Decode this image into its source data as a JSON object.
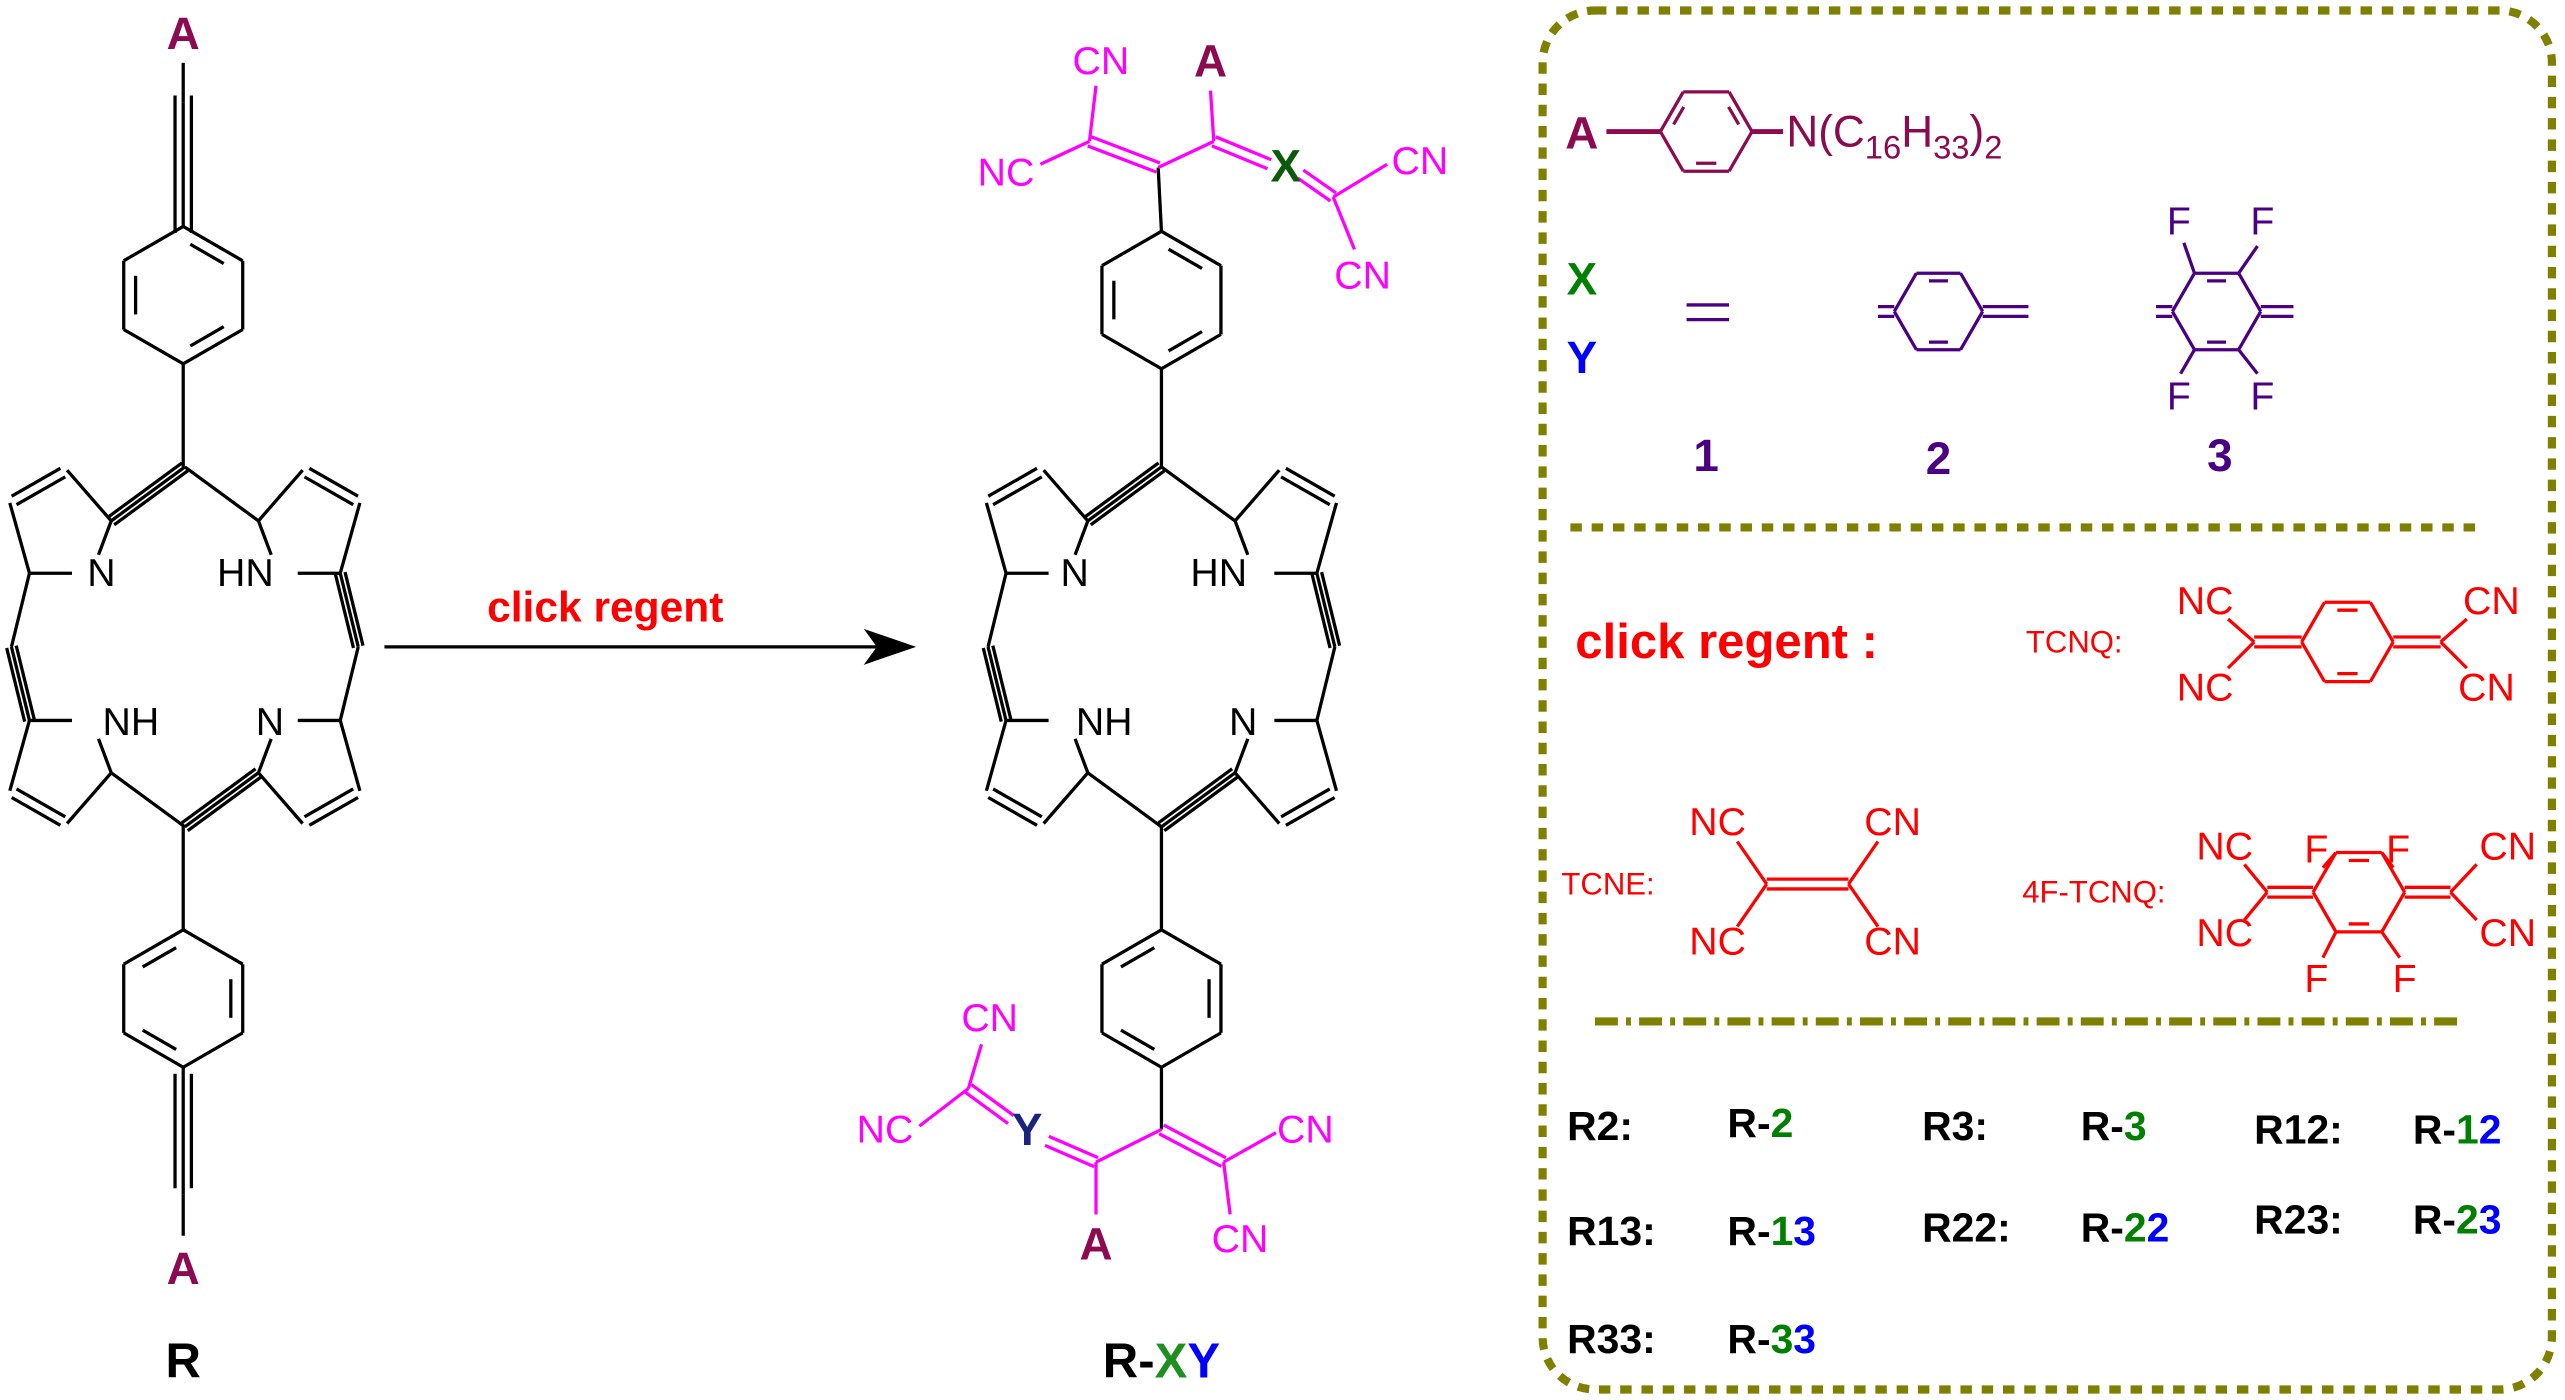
{
  "reactant": {
    "label": "R",
    "terminal_top": "A",
    "terminal_bottom": "A",
    "n_tl": "N",
    "nh_tr": "HN",
    "nh_bl": "NH",
    "n_br": "N"
  },
  "arrow": {
    "label": "click regent"
  },
  "product": {
    "label_prefix": "R-",
    "label_x": "X",
    "label_y": "Y",
    "n_tl": "N",
    "nh_tr": "HN",
    "nh_bl": "NH",
    "n_br": "N",
    "top": {
      "cn_up": "CN",
      "nc_left": "NC",
      "a": "A",
      "x": "X",
      "cn_right": "CN",
      "cn_down": "CN"
    },
    "bottom": {
      "cn_up": "CN",
      "nc_left": "NC",
      "y": "Y",
      "a": "A",
      "cn_right": "CN",
      "cn_down": "CN"
    }
  },
  "legend": {
    "a_group": {
      "label": "A",
      "formula": [
        "N(C",
        "16",
        "H",
        "33",
        ")",
        "2"
      ]
    },
    "x_label": "X",
    "y_label": "Y",
    "spacer_numbers": [
      "1",
      "2",
      "3"
    ],
    "fluorine": "F",
    "click_regent_label": "click regent :",
    "reagents": {
      "tcnq": "TCNQ:",
      "tcne": "TCNE:",
      "f4tcnq": "4F-TCNQ:",
      "nc": "NC",
      "cn": "CN"
    },
    "products": [
      {
        "name": "R2:",
        "prefix": "R-",
        "x": "2",
        "y": ""
      },
      {
        "name": "R3:",
        "prefix": "R-",
        "x": "3",
        "y": ""
      },
      {
        "name": "R12:",
        "prefix": "R-",
        "x": "1",
        "y": "2"
      },
      {
        "name": "R13:",
        "prefix": "R-",
        "x": "1",
        "y": "3"
      },
      {
        "name": "R22:",
        "prefix": "R-",
        "x": "2",
        "y": "2"
      },
      {
        "name": "R23:",
        "prefix": "R-",
        "x": "2",
        "y": "3"
      },
      {
        "name": "R33:",
        "prefix": "R-",
        "x": "3",
        "y": "3"
      }
    ]
  },
  "colors": {
    "acceptor": "#ff00ff",
    "a_group": "#8b0a50",
    "x": "#008000",
    "y": "#0000ff",
    "spacer": "#4b0082",
    "reagent": "#ff0000",
    "border": "#808000"
  }
}
